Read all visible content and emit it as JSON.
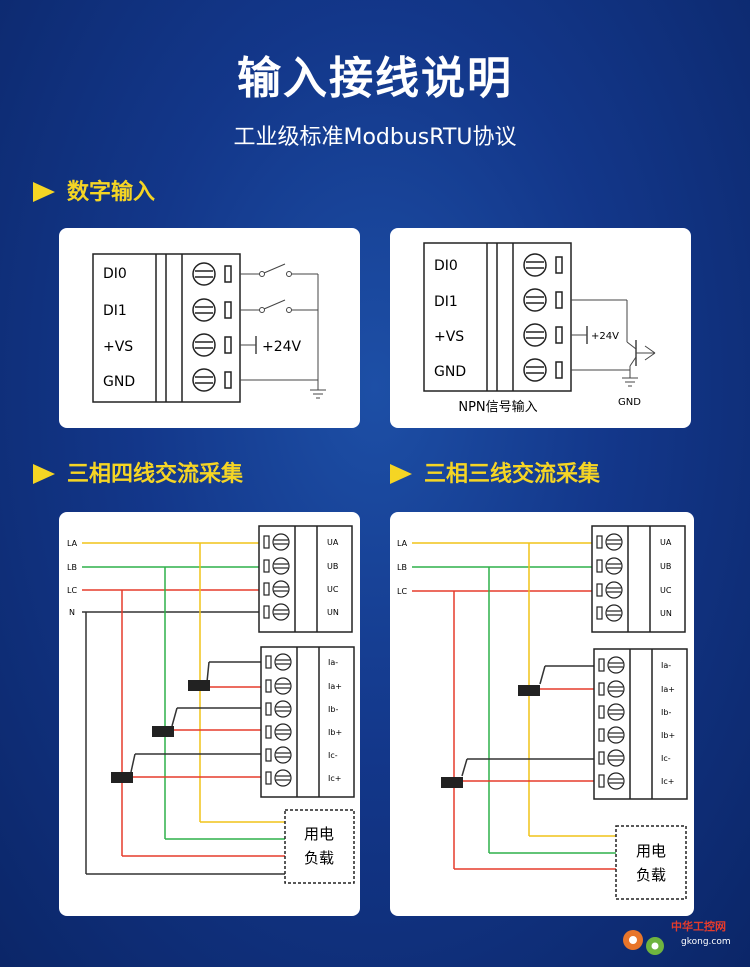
{
  "header": {
    "title": "输入接线说明",
    "subtitle": "工业级标准ModbusRTU协议"
  },
  "sections": {
    "digital_input": "数字输入",
    "three_phase_four_wire": "三相四线交流采集",
    "three_phase_three_wire": "三相三线交流采集"
  },
  "panel_di_switch": {
    "terminals": [
      "DI0",
      "DI1",
      "+VS",
      "GND"
    ],
    "supply": "+24V"
  },
  "panel_di_npn": {
    "terminals": [
      "DI0",
      "DI1",
      "+VS",
      "GND"
    ],
    "supply": "+24V",
    "gnd": "GND",
    "caption": "NPN信号输入"
  },
  "panel_4wire": {
    "lines": [
      "LA",
      "LB",
      "LC",
      "N"
    ],
    "voltage_terminals": [
      "UA",
      "UB",
      "UC",
      "UN"
    ],
    "current_terminals": [
      "Ia-",
      "Ia+",
      "Ib-",
      "Ib+",
      "Ic-",
      "Ic+"
    ],
    "load": [
      "用电",
      "负载"
    ]
  },
  "panel_3wire": {
    "lines": [
      "LA",
      "LB",
      "LC"
    ],
    "voltage_terminals": [
      "UA",
      "UB",
      "UC",
      "UN"
    ],
    "current_terminals": [
      "Ia-",
      "Ia+",
      "Ib-",
      "Ib+",
      "Ic-",
      "Ic+"
    ],
    "load": [
      "用电",
      "负载"
    ]
  },
  "watermark": {
    "brand": "中华工控网",
    "url": "gkong.com"
  },
  "colors": {
    "accent": "#f5d524",
    "phase_a": "#f0c419",
    "phase_b": "#2fb14a",
    "phase_c": "#e53b2c",
    "neutral": "#333333"
  }
}
